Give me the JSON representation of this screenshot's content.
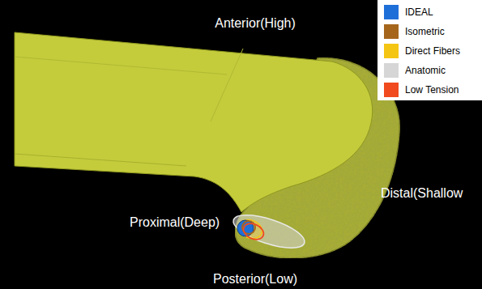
{
  "diagram": {
    "labels": [
      "Anterior(High)",
      "Proximal(Deep)",
      "Distal(Shallow",
      "Posterior(Low)"
    ],
    "legend": [
      {
        "text": "IDEAL",
        "color": "#1f6fd8"
      },
      {
        "text": "Isometric",
        "color": "#a5661c"
      },
      {
        "text": "Direct Fibers",
        "color": "#f5c514"
      },
      {
        "text": "Anatomic",
        "color": "#d6d6d6"
      },
      {
        "text": "Low Tension",
        "color": "#f04a1e"
      }
    ]
  }
}
